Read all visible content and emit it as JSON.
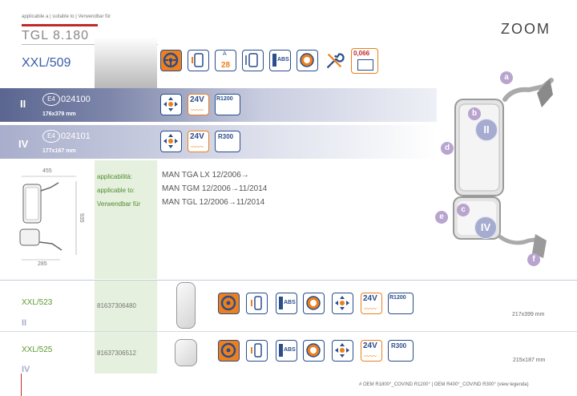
{
  "header": {
    "languages_line": "applicabile a | suitable to | Verwendbar für",
    "model": "TGL 8.180",
    "logo": "ZOOM"
  },
  "main_product": {
    "code": "XXL/509"
  },
  "variants": [
    {
      "numeral": "II",
      "approval_mark": "E4",
      "approval_no": "024100",
      "size": "176x379 mm",
      "voltage": "24V",
      "radius": "R1200"
    },
    {
      "numeral": "IV",
      "approval_mark": "E4",
      "approval_no": "024101",
      "size": "177x167 mm",
      "voltage": "24V",
      "radius": "R300"
    }
  ],
  "dimensions": {
    "width": "455",
    "height": "935",
    "bottom": "285"
  },
  "applicability": {
    "labels": [
      "applicabilità:",
      "applicable to:",
      "Verwendbar für"
    ],
    "models": [
      "MAN TGA LX 12/2006→",
      "MAN TGM 12/2006→11/2014",
      "MAN TGL 12/2006→11/2014"
    ]
  },
  "feature_icons": [
    {
      "name": "steering-wheel-icon"
    },
    {
      "name": "mirror-heated-icon"
    },
    {
      "name": "adjust-angle-icon",
      "text": "A 28"
    },
    {
      "name": "mirror-electric-icon"
    },
    {
      "name": "abs-sensor-icon",
      "text": "ABS"
    },
    {
      "name": "lens-icon"
    },
    {
      "name": "tools-icon"
    },
    {
      "name": "weight-box-icon",
      "text": "0,066"
    }
  ],
  "spare_parts": [
    {
      "code": "XXL/523",
      "numeral": "II",
      "part_no": "81637306480",
      "size": "217x399 mm",
      "voltage": "24V",
      "radius": "R1200"
    },
    {
      "code": "XXL/525",
      "numeral": "IV",
      "part_no": "81637306512",
      "size": "215x187 mm",
      "voltage": "24V",
      "radius": "R300"
    }
  ],
  "callouts": [
    "a",
    "b",
    "c",
    "d",
    "e",
    "f"
  ],
  "callout_numerals": [
    "II",
    "IV"
  ],
  "footer": {
    "note": "# OEM R1800°_COV/ND R1200° | OEM R400°_COV/ND R300° (view legenda)"
  },
  "colors": {
    "accent_red": "#c0282d",
    "blue_text": "#3a5fa8",
    "green_text": "#5a9a2f",
    "band_blue": "#5b6690",
    "orange_icon": "#ee7f1b"
  }
}
